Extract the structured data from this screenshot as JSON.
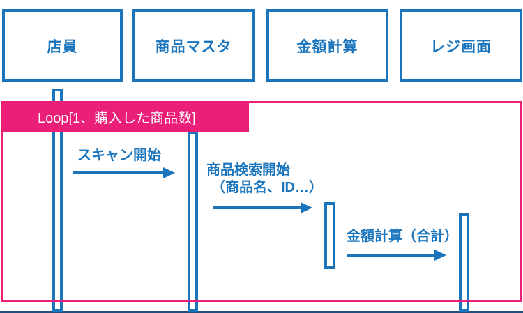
{
  "diagram": {
    "type": "sequence-diagram",
    "colors": {
      "primary_blue": "#1b75bd",
      "frame_pink": "#e91f78",
      "dark_navy": "#1e4e79",
      "loop_label_text": "#ffffff",
      "background": "#ffffff"
    },
    "actors": [
      {
        "id": "clerk",
        "label": "店員"
      },
      {
        "id": "product-master",
        "label": "商品マスタ"
      },
      {
        "id": "price-calc",
        "label": "金額計算"
      },
      {
        "id": "register-screen",
        "label": "レジ画面"
      }
    ],
    "loop": {
      "label": "Loop[1、購入した商品数]"
    },
    "messages": [
      {
        "from": "店員",
        "to": "商品マスタ",
        "label": "スキャン開始"
      },
      {
        "from": "商品マスタ",
        "to": "金額計算",
        "label": "商品検索開始",
        "label_detail": "（商品名、ID…）"
      },
      {
        "from": "金額計算",
        "to": "レジ画面",
        "label": "金額計算（合計）"
      }
    ]
  }
}
